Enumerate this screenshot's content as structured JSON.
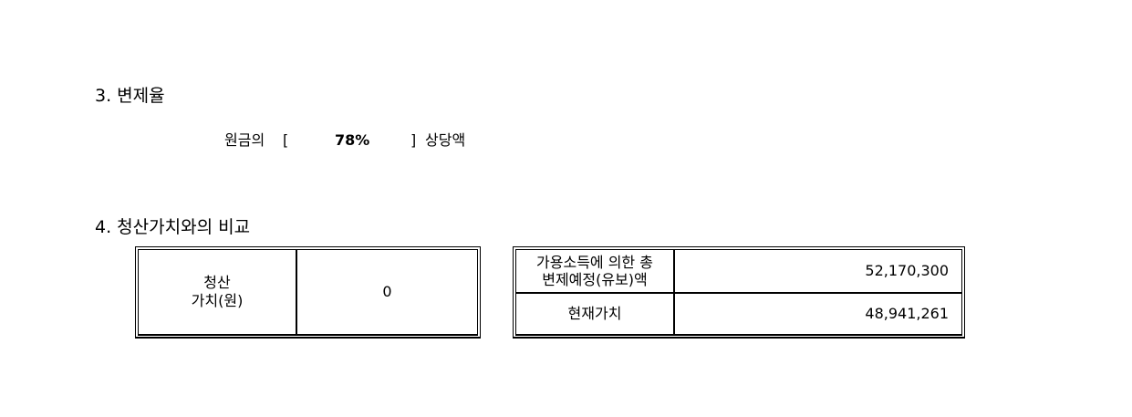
{
  "sections": {
    "repayment_rate": {
      "heading": "3. 변제율",
      "prefix": "원금의",
      "open_bracket": "[",
      "value": "78%",
      "close_bracket": "]",
      "suffix": "상당액"
    },
    "liquidation_comparison": {
      "heading": "4. 청산가치와의 비교",
      "left_table": {
        "label_line1": "청산",
        "label_line2": "가치(원)",
        "value": "0"
      },
      "right_table": {
        "row1_label_line1": "가용소득에 의한 총",
        "row1_label_line2": "변제예정(유보)액",
        "row1_value": "52,170,300",
        "row2_label": "현재가치",
        "row2_value": "48,941,261"
      }
    }
  }
}
